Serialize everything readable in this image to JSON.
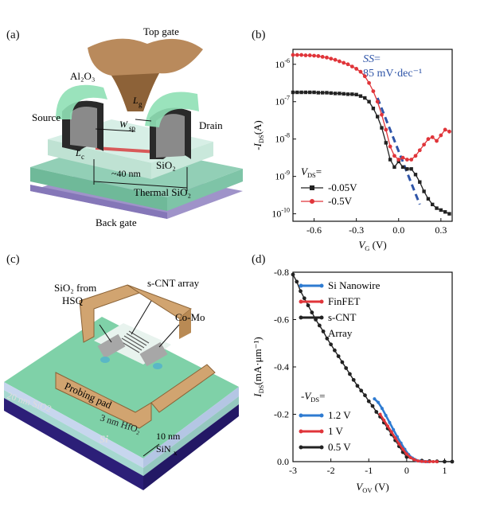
{
  "panels": {
    "a": {
      "label": "(a)",
      "texts": {
        "top_gate": "Top gate",
        "al2o3": "Al₂O₃",
        "lg": "L",
        "lg_sub": "g",
        "source": "Source",
        "wsp": "W",
        "wsp_sub": "sp",
        "drain": "Drain",
        "lc": "L",
        "lc_sub": "c",
        "sio2": "SiO₂",
        "dist": "~40 nm",
        "thermal": "Thermal SiO₂",
        "back_gate": "Back gate"
      }
    },
    "b": {
      "label": "(b)"
    },
    "c": {
      "label": "(c)",
      "texts": {
        "sio2_hsq_1": "SiO₂ from",
        "sio2_hsq_2": "HSQ",
        "scnt": "s-CNT array",
        "como": "Co-Mo",
        "probing": "Probing pad",
        "sio2_20": "20 nm SiO2",
        "hfo2": "3 nm HfO₂",
        "si": "Si",
        "sinx_1": "10 nm",
        "sinx_2": "SiN",
        "sinx_sub": "x"
      }
    },
    "d": {
      "label": "(d)"
    }
  },
  "colors": {
    "black": "#222222",
    "red": "#e0353a",
    "blue": "#2e7bd1",
    "ss_blue": "#2f55a8",
    "green": "#8ed9b0",
    "gold": "#c9a06a"
  },
  "chart_data": [
    {
      "id": "b",
      "type": "line",
      "xlabel": "V",
      "xlabel_sub": "G",
      "xlabel_unit": " (V)",
      "ylabel": "-I",
      "ylabel_sub": "DS",
      "ylabel_unit": "(A)",
      "xlim": [
        -0.75,
        0.38
      ],
      "ylim_log10": [
        -10.2,
        -5.6
      ],
      "log_y": true,
      "xticks": [
        -0.6,
        -0.3,
        0.0,
        0.3
      ],
      "xtick_labels": [
        "-0.6",
        "-0.3",
        "0.0",
        "0.3"
      ],
      "yticks_exp": [
        -10,
        -9,
        -8,
        -7,
        -6
      ],
      "ytick_base": "10",
      "annotation": {
        "line1": "SS",
        "line1_suffix": "=",
        "line2": "85 mV·dec⁻¹"
      },
      "ss_line": {
        "x": [
          -0.15,
          0.15
        ],
        "y_log10": [
          -6.9,
          -9.75
        ]
      },
      "legend_title": "V",
      "legend_title_sub": "DS",
      "legend_title_suffix": "=",
      "series": [
        {
          "name": "-0.05V",
          "color": "#222222",
          "marker": "square",
          "x": [
            -0.75,
            -0.72,
            -0.69,
            -0.66,
            -0.63,
            -0.6,
            -0.57,
            -0.54,
            -0.51,
            -0.48,
            -0.45,
            -0.42,
            -0.39,
            -0.36,
            -0.33,
            -0.3,
            -0.27,
            -0.24,
            -0.21,
            -0.18,
            -0.15,
            -0.12,
            -0.09,
            -0.06,
            -0.03,
            0.0,
            0.03,
            0.06,
            0.09,
            0.12,
            0.15,
            0.18,
            0.21,
            0.24,
            0.27,
            0.3,
            0.33,
            0.36
          ],
          "y_log10": [
            -6.75,
            -6.75,
            -6.75,
            -6.75,
            -6.75,
            -6.75,
            -6.76,
            -6.76,
            -6.76,
            -6.77,
            -6.78,
            -6.78,
            -6.79,
            -6.8,
            -6.8,
            -6.81,
            -6.85,
            -6.9,
            -7.0,
            -7.18,
            -7.4,
            -7.7,
            -8.1,
            -8.55,
            -8.75,
            -8.6,
            -8.75,
            -8.8,
            -8.8,
            -8.95,
            -9.15,
            -9.4,
            -9.6,
            -9.75,
            -9.85,
            -9.9,
            -9.95,
            -10.0
          ]
        },
        {
          "name": "-0.5V",
          "color": "#e0353a",
          "marker": "circle",
          "x": [
            -0.75,
            -0.72,
            -0.69,
            -0.66,
            -0.63,
            -0.6,
            -0.57,
            -0.54,
            -0.51,
            -0.48,
            -0.45,
            -0.42,
            -0.39,
            -0.36,
            -0.33,
            -0.3,
            -0.27,
            -0.24,
            -0.21,
            -0.18,
            -0.15,
            -0.12,
            -0.09,
            -0.06,
            -0.03,
            0.0,
            0.03,
            0.06,
            0.09,
            0.12,
            0.15,
            0.18,
            0.21,
            0.24,
            0.27,
            0.3,
            0.33,
            0.36
          ],
          "y_log10": [
            -5.75,
            -5.75,
            -5.75,
            -5.76,
            -5.76,
            -5.77,
            -5.78,
            -5.8,
            -5.82,
            -5.85,
            -5.88,
            -5.92,
            -5.96,
            -6.0,
            -6.06,
            -6.12,
            -6.2,
            -6.32,
            -6.5,
            -6.72,
            -7.0,
            -7.35,
            -7.75,
            -8.2,
            -8.45,
            -8.55,
            -8.5,
            -8.55,
            -8.55,
            -8.45,
            -8.3,
            -8.15,
            -8.0,
            -7.95,
            -8.05,
            -7.9,
            -7.75,
            -7.8
          ]
        }
      ]
    },
    {
      "id": "d",
      "type": "line",
      "xlabel": "V",
      "xlabel_sub": "OV",
      "xlabel_unit": " (V)",
      "ylabel": "I",
      "ylabel_sub": "DS",
      "ylabel_unit": "(mA·μm⁻¹)",
      "xlim": [
        -3.0,
        1.2
      ],
      "ylim": [
        0.0,
        -0.8
      ],
      "xticks": [
        -3,
        -2,
        -1,
        0,
        1
      ],
      "xtick_labels": [
        "-3",
        "-2",
        "-1",
        "0",
        "1"
      ],
      "yticks": [
        0.0,
        -0.2,
        -0.4,
        -0.6,
        -0.8
      ],
      "ytick_labels": [
        "0.0",
        "-0.2",
        "-0.4",
        "-0.6",
        "-0.8"
      ],
      "legend_top": [
        "Si Nanowire",
        "FinFET",
        "s-CNT",
        "Array"
      ],
      "legend_title": "-V",
      "legend_title_sub": "DS",
      "legend_title_suffix": "=",
      "legend_bottom": [
        "1.2 V",
        "1 V",
        "0.5 V"
      ],
      "series": [
        {
          "name": "s-CNT Array",
          "color": "#222222",
          "x": [
            -3.0,
            -2.9,
            -2.8,
            -2.7,
            -2.6,
            -2.5,
            -2.4,
            -2.3,
            -2.2,
            -2.1,
            -2.0,
            -1.9,
            -1.8,
            -1.7,
            -1.6,
            -1.5,
            -1.4,
            -1.3,
            -1.2,
            -1.1,
            -1.0,
            -0.9,
            -0.8,
            -0.7,
            -0.6,
            -0.5,
            -0.4,
            -0.3,
            -0.2,
            -0.1,
            0.0,
            0.2,
            0.4,
            0.6,
            0.8,
            1.0,
            1.2
          ],
          "y": [
            -0.79,
            -0.76,
            -0.72,
            -0.69,
            -0.66,
            -0.63,
            -0.6,
            -0.575,
            -0.55,
            -0.52,
            -0.495,
            -0.47,
            -0.445,
            -0.42,
            -0.395,
            -0.37,
            -0.345,
            -0.32,
            -0.3,
            -0.28,
            -0.255,
            -0.235,
            -0.21,
            -0.19,
            -0.165,
            -0.14,
            -0.115,
            -0.09,
            -0.065,
            -0.04,
            -0.02,
            -0.008,
            -0.004,
            -0.002,
            -0.001,
            -0.0,
            -0.0
          ]
        },
        {
          "name": "Si Nanowire",
          "color": "#2e7bd1",
          "x": [
            -0.85,
            -0.75,
            -0.65,
            -0.55,
            -0.45,
            -0.35,
            -0.25,
            -0.15,
            -0.05,
            0.05,
            0.15,
            0.25,
            0.35,
            0.45,
            0.55
          ],
          "y": [
            -0.265,
            -0.25,
            -0.225,
            -0.195,
            -0.165,
            -0.135,
            -0.105,
            -0.078,
            -0.052,
            -0.03,
            -0.015,
            -0.006,
            -0.002,
            -0.001,
            0.0
          ]
        },
        {
          "name": "FinFET",
          "color": "#e0353a",
          "x": [
            -0.7,
            -0.6,
            -0.5,
            -0.4,
            -0.3,
            -0.2,
            -0.1,
            0.0,
            0.1,
            0.2,
            0.3,
            0.4,
            0.5,
            0.6,
            0.7,
            0.8
          ],
          "y": [
            -0.2,
            -0.175,
            -0.15,
            -0.125,
            -0.1,
            -0.075,
            -0.052,
            -0.032,
            -0.017,
            -0.008,
            -0.003,
            -0.001,
            0.0,
            0.0,
            0.0,
            0.0
          ]
        }
      ]
    }
  ]
}
